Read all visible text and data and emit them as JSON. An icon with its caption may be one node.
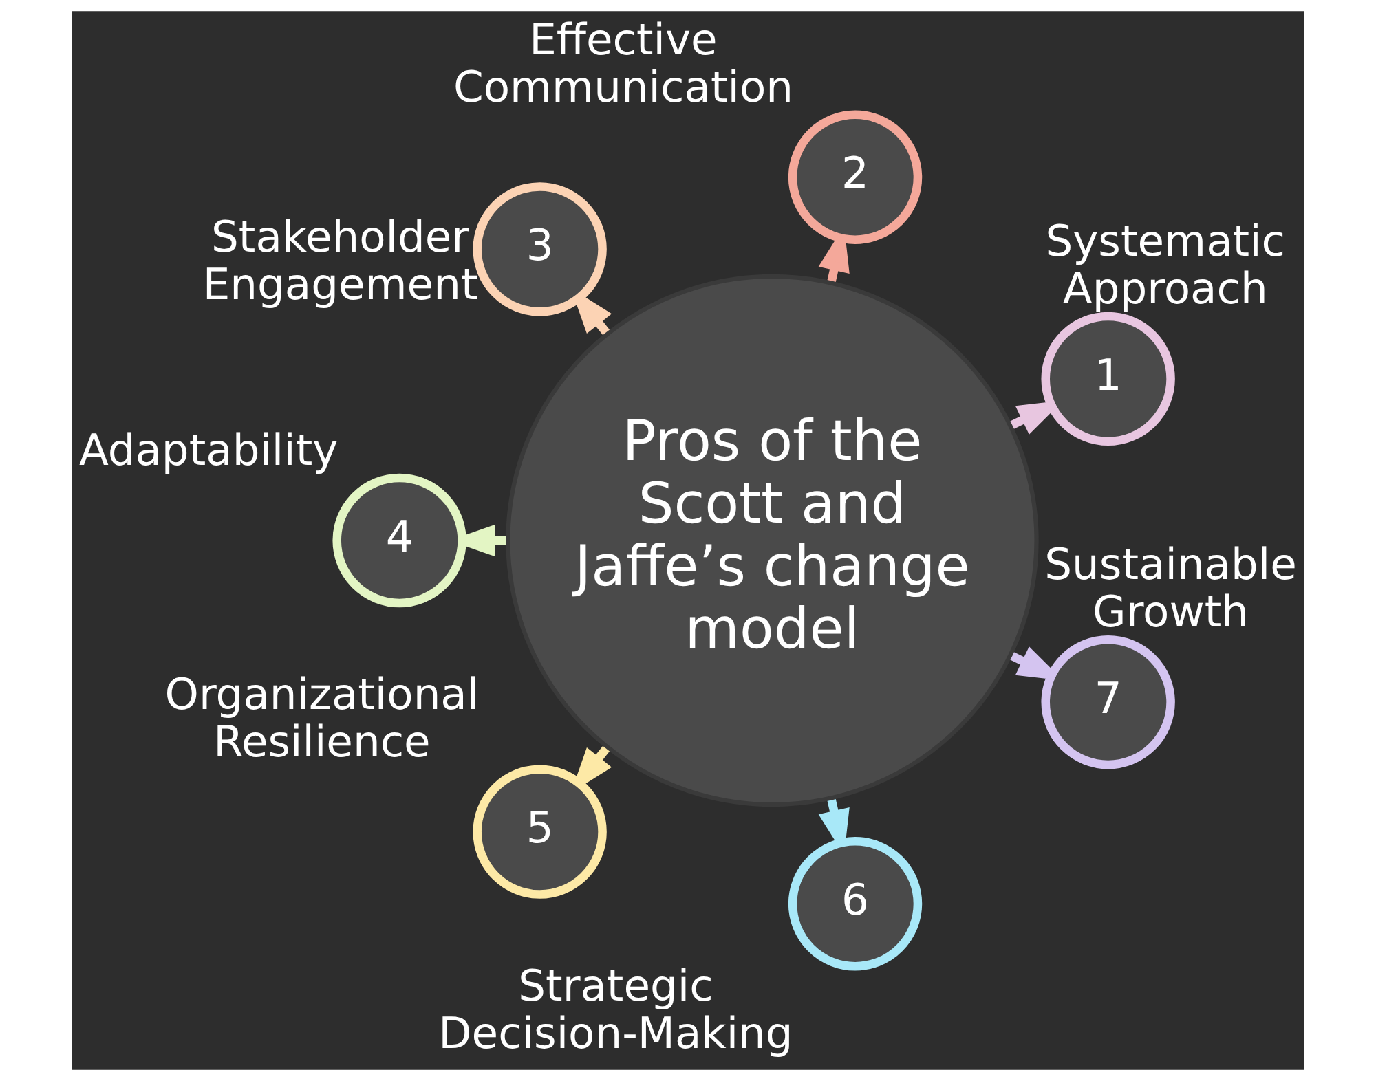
{
  "diagram": {
    "nodes": [
      {
        "text": [
          "Pros of the Scott and Jaffe’s change model"
        ]
      },
      {
        "text": [
          "1"
        ],
        "beside": [
          "Systematic Approach"
        ]
      },
      {
        "text": [
          "2"
        ],
        "beside": [
          "Effective Communication"
        ]
      },
      {
        "text": [
          "3"
        ],
        "beside": [
          "Stakeholder Engagement"
        ]
      },
      {
        "text": [
          "4"
        ],
        "beside": [
          "Adaptability"
        ]
      },
      {
        "text": [
          "5"
        ],
        "beside": [
          "Organizational Resilience"
        ]
      },
      {
        "text": [
          "6"
        ],
        "beside": [
          "Strategic Decision-Making"
        ]
      },
      {
        "text": [
          "7"
        ],
        "beside": [
          "Sustainable Growth"
        ]
      }
    ],
    "edges": [
      {
        "from": 0,
        "to": 1,
        "arrow": "to",
        "color": "#e8c6e0"
      },
      {
        "from": 0,
        "to": 2,
        "arrow": "to",
        "color": "#f4a89a"
      },
      {
        "from": 0,
        "to": 3,
        "arrow": "to",
        "color": "#fcd3b4"
      },
      {
        "from": 0,
        "to": 4,
        "arrow": "to",
        "color": "#e3f5c4"
      },
      {
        "from": 0,
        "to": 5,
        "arrow": "to",
        "color": "#fde9a6"
      },
      {
        "from": 0,
        "to": 6,
        "arrow": "to",
        "color": "#a8e8f8"
      },
      {
        "from": 0,
        "to": 7,
        "arrow": "to",
        "color": "#d4c4f0"
      }
    ]
  }
}
